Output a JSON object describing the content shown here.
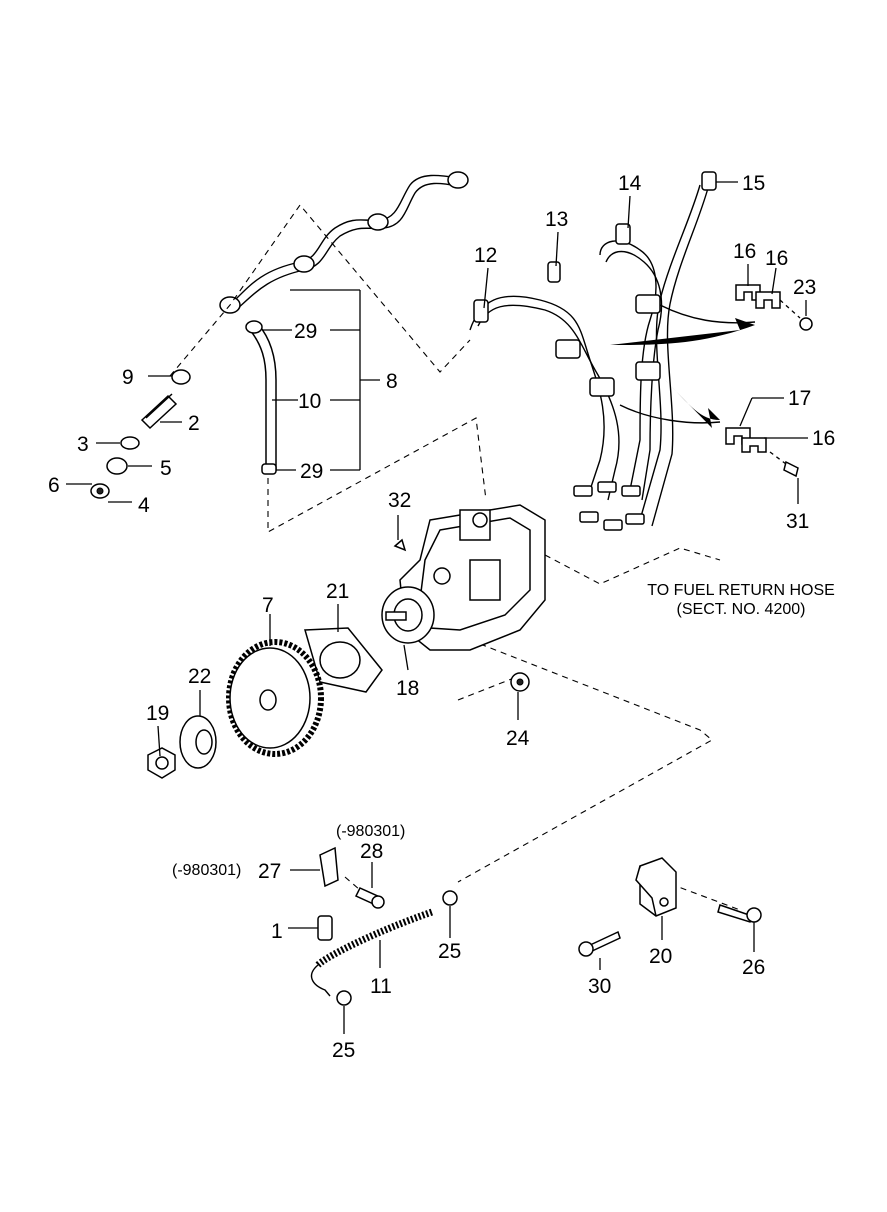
{
  "callouts": [
    {
      "id": "c1",
      "text": "1"
    },
    {
      "id": "c2",
      "text": "2"
    },
    {
      "id": "c3",
      "text": "3"
    },
    {
      "id": "c4",
      "text": "4"
    },
    {
      "id": "c5",
      "text": "5"
    },
    {
      "id": "c6",
      "text": "6"
    },
    {
      "id": "c7",
      "text": "7"
    },
    {
      "id": "c8",
      "text": "8"
    },
    {
      "id": "c9",
      "text": "9"
    },
    {
      "id": "c10",
      "text": "10"
    },
    {
      "id": "c11",
      "text": "11"
    },
    {
      "id": "c12",
      "text": "12"
    },
    {
      "id": "c13",
      "text": "13"
    },
    {
      "id": "c14",
      "text": "14"
    },
    {
      "id": "c15",
      "text": "15"
    },
    {
      "id": "c16a",
      "text": "16"
    },
    {
      "id": "c16b",
      "text": "16"
    },
    {
      "id": "c16c",
      "text": "16"
    },
    {
      "id": "c17",
      "text": "17"
    },
    {
      "id": "c18",
      "text": "18"
    },
    {
      "id": "c19",
      "text": "19"
    },
    {
      "id": "c20",
      "text": "20"
    },
    {
      "id": "c21",
      "text": "21"
    },
    {
      "id": "c22",
      "text": "22"
    },
    {
      "id": "c23",
      "text": "23"
    },
    {
      "id": "c24",
      "text": "24"
    },
    {
      "id": "c25a",
      "text": "25"
    },
    {
      "id": "c25b",
      "text": "25"
    },
    {
      "id": "c26",
      "text": "26"
    },
    {
      "id": "c27",
      "text": "27"
    },
    {
      "id": "c28",
      "text": "28"
    },
    {
      "id": "c29a",
      "text": "29"
    },
    {
      "id": "c29b",
      "text": "29"
    },
    {
      "id": "c30",
      "text": "30"
    },
    {
      "id": "c31",
      "text": "31"
    },
    {
      "id": "c32",
      "text": "32"
    }
  ],
  "notes": {
    "fuel_return_line1": "TO FUEL RETURN HOSE",
    "fuel_return_line2": "(SECT. NO. 4200)",
    "date_code_27": "(-980301)",
    "date_code_28": "(-980301)"
  }
}
